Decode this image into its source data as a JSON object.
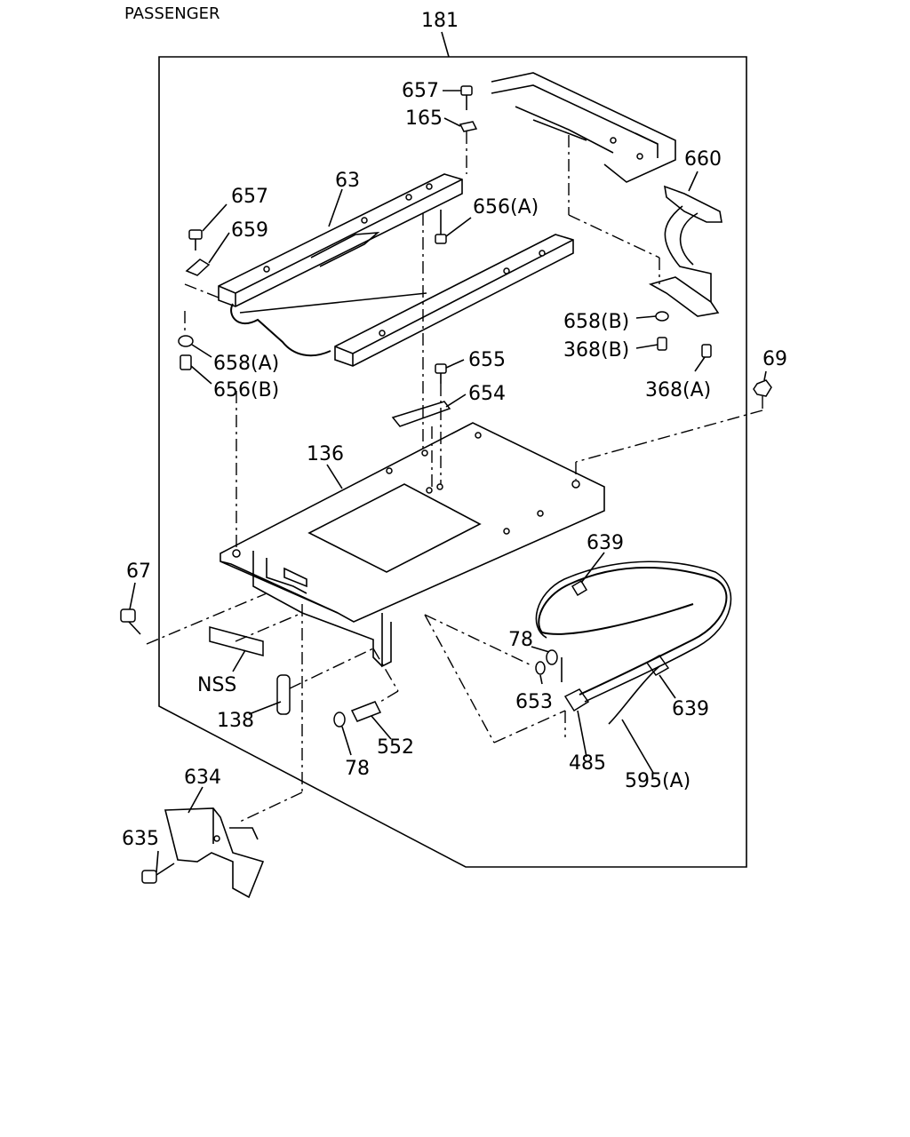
{
  "header": {
    "title": "PASSENGER"
  },
  "labels": {
    "l181": "181",
    "l657a": "657",
    "l165": "165",
    "l63": "63",
    "l657b": "657",
    "l659": "659",
    "l656a": "656(A)",
    "l660": "660",
    "l658b": "658(B)",
    "l368b": "368(B)",
    "l368a": "368(A)",
    "l69": "69",
    "l658a": "658(A)",
    "l656b": "656(B)",
    "l655": "655",
    "l654": "654",
    "l136": "136",
    "l67": "67",
    "l639a": "639",
    "l78a": "78",
    "l653": "653",
    "l639b": "639",
    "lNSS": "NSS",
    "l138": "138",
    "l552": "552",
    "l78b": "78",
    "l485": "485",
    "l595a": "595(A)",
    "l634": "634",
    "l635": "635"
  }
}
